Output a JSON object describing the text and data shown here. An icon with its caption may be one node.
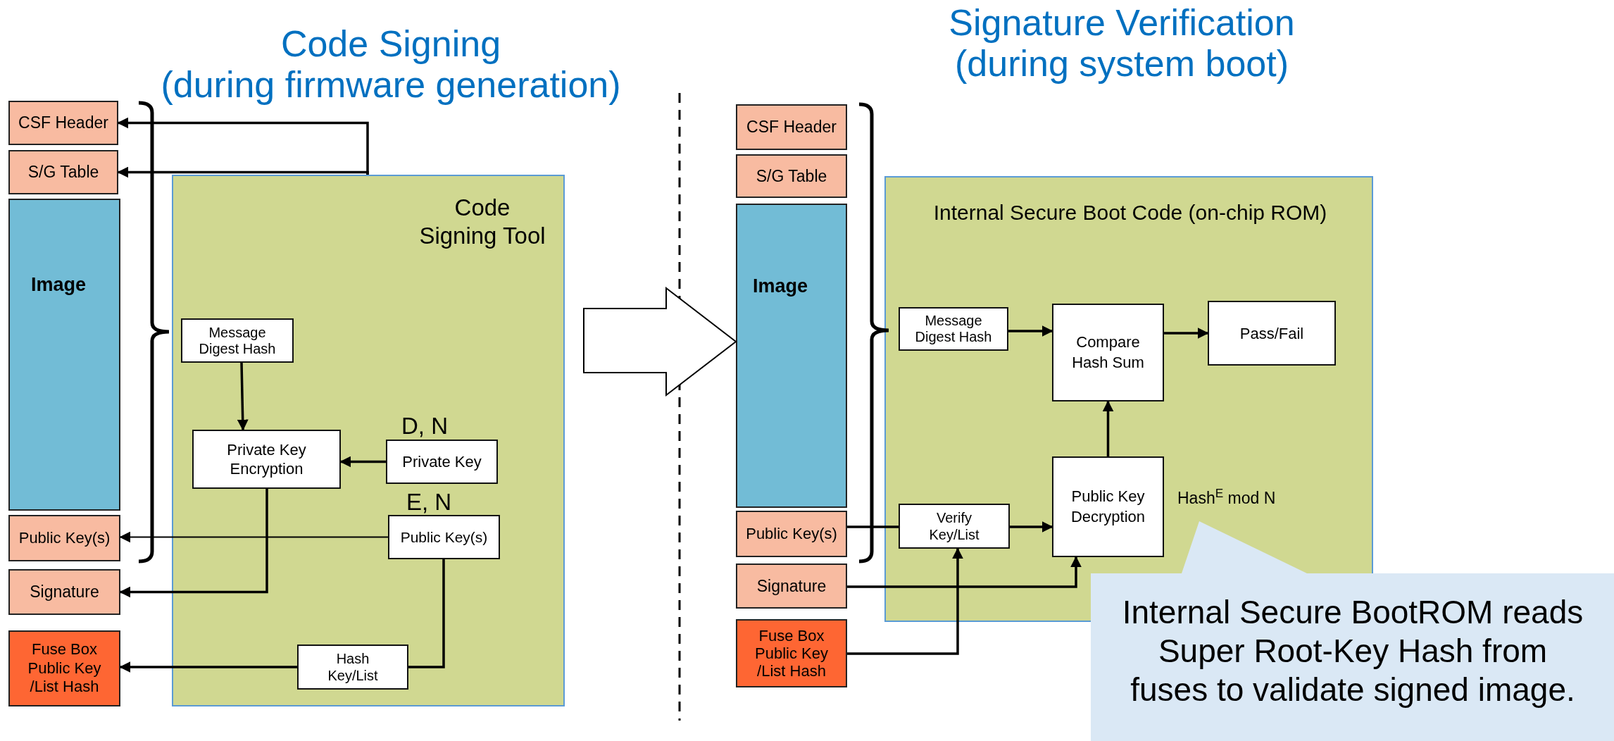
{
  "diagram": {
    "nodes": [
      {
        "text": [
          "CSF Header"
        ]
      },
      {
        "text": [
          "S/G Table"
        ]
      },
      {
        "text": [
          "Image"
        ]
      },
      {
        "text": [
          "Public Key(s)"
        ]
      },
      {
        "text": [
          "Signature"
        ]
      },
      {
        "text": [
          "Fuse Box Public Key /List Hash"
        ]
      },
      {
        "text": [
          "Code Signing Tool"
        ]
      },
      {
        "text": [
          "Message Digest Hash"
        ],
        "in": 6
      },
      {
        "text": [
          "Private Key Encryption"
        ],
        "in": 6
      },
      {
        "text": [
          "Private Key"
        ],
        "in": 6,
        "beside": [
          "D, N"
        ]
      },
      {
        "text": [
          "Public Key(s)"
        ],
        "in": 6,
        "beside": [
          "E, N"
        ]
      },
      {
        "text": [
          "Hash Key/List"
        ],
        "in": 6
      },
      {
        "text": [
          "CSF Header"
        ]
      },
      {
        "text": [
          "S/G Table"
        ]
      },
      {
        "text": [
          "Image"
        ]
      },
      {
        "text": [
          "Public Key(s)"
        ]
      },
      {
        "text": [
          "Signature"
        ]
      },
      {
        "text": [
          "Fuse Box Public Key /List Hash"
        ]
      },
      {
        "text": [
          "Internal Secure Boot Code (on-chip ROM)"
        ]
      },
      {
        "text": [
          "Message Digest Hash"
        ],
        "in": 18
      },
      {
        "text": [
          "Compare Hash Sum"
        ],
        "in": 18
      },
      {
        "text": [
          "Pass/Fail"
        ],
        "in": 18
      },
      {
        "text": [
          "Public Key Decryption"
        ],
        "in": 18,
        "beside": [
          "Hash$^{E}$ mod N"
        ]
      },
      {
        "text": [
          "Verify Key/List"
        ],
        "in": 18
      },
      {
        "text": [
          "Internal Secure BootROM reads Super Root-Key Hash from fuses to validate signed image."
        ]
      }
    ],
    "edges": [
      {
        "from": 6,
        "to": 0,
        "arrow": "to"
      },
      {
        "from": 6,
        "to": 1,
        "arrow": "to"
      },
      {
        "from": 7,
        "to": 8,
        "arrow": "to"
      },
      {
        "from": 9,
        "to": 8,
        "arrow": "to"
      },
      {
        "from": 10,
        "to": 3,
        "arrow": "to"
      },
      {
        "from": 8,
        "to": 4,
        "arrow": "to"
      },
      {
        "from": 10,
        "to": 11,
        "arrow": "none"
      },
      {
        "from": 11,
        "to": 5,
        "arrow": "to"
      },
      {
        "from": 6,
        "to": 14,
        "arrow": "to",
        "style": "thick"
      },
      {
        "from": 19,
        "to": 20,
        "arrow": "to"
      },
      {
        "from": 20,
        "to": 21,
        "arrow": "to"
      },
      {
        "from": 22,
        "to": 20,
        "arrow": "to"
      },
      {
        "from": 15,
        "to": 23,
        "arrow": "none"
      },
      {
        "from": 23,
        "to": 22,
        "arrow": "to"
      },
      {
        "from": 17,
        "to": 23,
        "arrow": "to"
      },
      {
        "from": 16,
        "to": 22,
        "arrow": "to"
      }
    ],
    "labels": [
      "Code Signing",
      "(during firmware generation)",
      "Signature Verification",
      "(during system boot)"
    ]
  }
}
